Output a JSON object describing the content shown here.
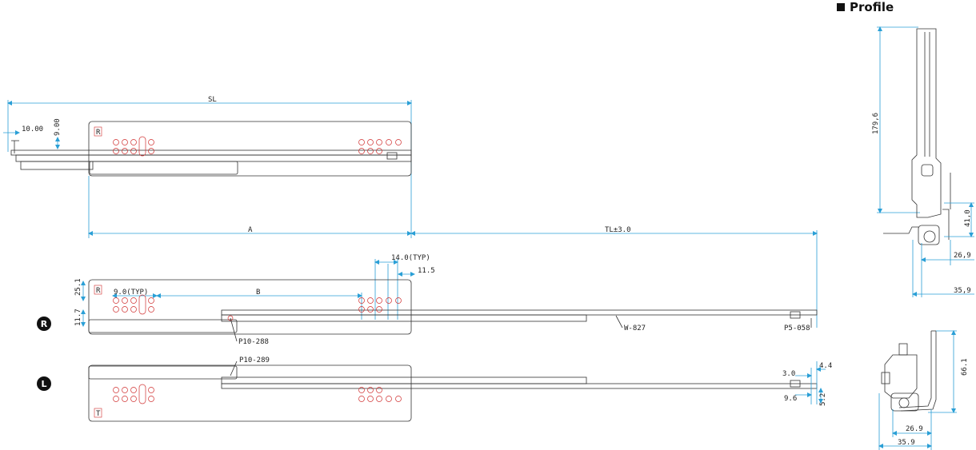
{
  "header": {
    "title": "Profile"
  },
  "sides": {
    "right": "R",
    "left": "L"
  },
  "box_labels": {
    "top_view": "R",
    "right_view": "R",
    "left_view": "T"
  },
  "top_view": {
    "sl": "SL",
    "dim_10": "10.00",
    "dim_9": "9.00",
    "a": "A",
    "tl": "TL±3.0"
  },
  "right_view": {
    "typ9": "9.0(TYP)",
    "b": "B",
    "typ14": "14.0(TYP)",
    "d115": "11.5",
    "d251": "25.1",
    "d117": "11.7",
    "p10_288": "P10-288",
    "w827": "W-827",
    "p5_058": "P5-058"
  },
  "left_view": {
    "p10_289": "P10-289",
    "d30": "3.0",
    "d44": "4.4",
    "d96": "9.6",
    "d52": "5.2"
  },
  "profile_top": {
    "h": "179,6",
    "h2": "41,0",
    "w1": "26,9",
    "w2": "35,9"
  },
  "profile_bottom": {
    "h": "66.1",
    "w1": "26.9",
    "w2": "35.9"
  }
}
